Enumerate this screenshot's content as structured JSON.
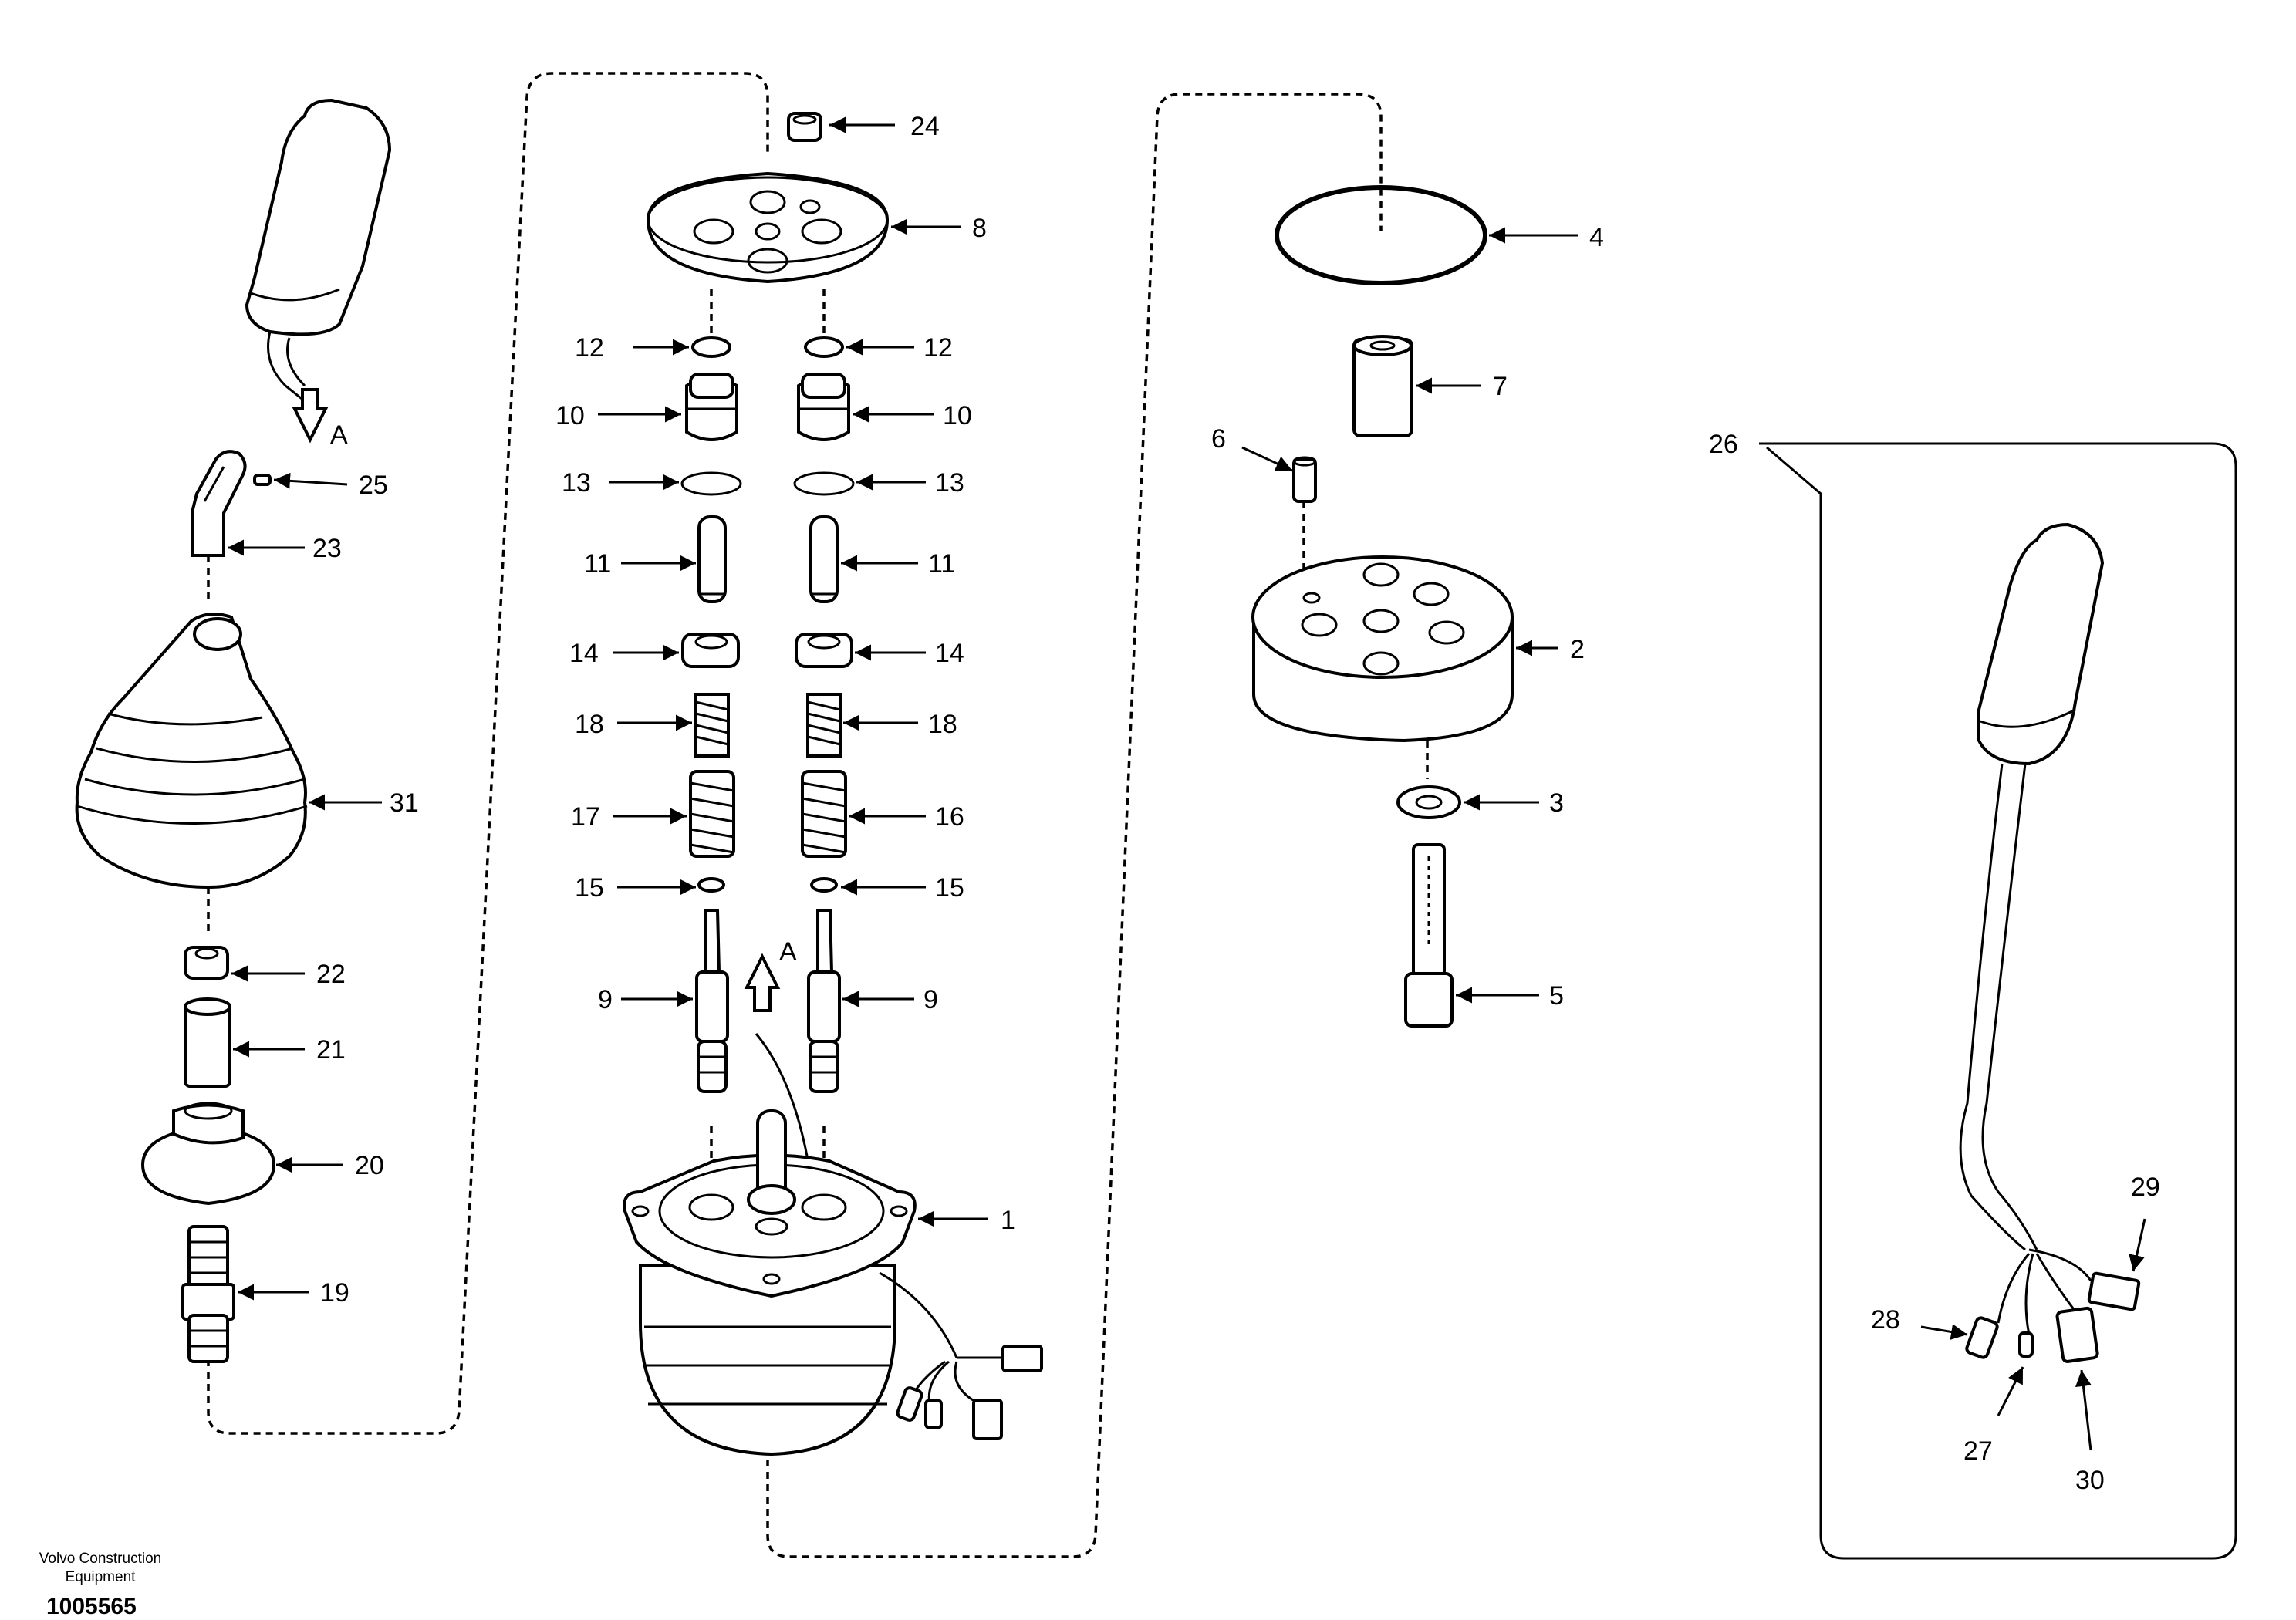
{
  "footer": {
    "credit_line1": "Volvo Construction",
    "credit_line2": "Equipment",
    "document_number": "1005565"
  },
  "arrow_labels": {
    "handle_to_pilot_valve": "A",
    "pilot_valve_from_handle": "A"
  },
  "callouts": {
    "c1": "1",
    "c2": "2",
    "c3": "3",
    "c4": "4",
    "c5": "5",
    "c6": "6",
    "c7": "7",
    "c8": "8",
    "c9_left": "9",
    "c9_right": "9",
    "c10_left": "10",
    "c10_right": "10",
    "c11_left": "11",
    "c11_right": "11",
    "c12_left": "12",
    "c12_right": "12",
    "c13_left": "13",
    "c13_right": "13",
    "c14_left": "14",
    "c14_right": "14",
    "c15_left": "15",
    "c15_right": "15",
    "c16": "16",
    "c17": "17",
    "c18_left": "18",
    "c18_right": "18",
    "c19": "19",
    "c20": "20",
    "c21": "21",
    "c22": "22",
    "c23": "23",
    "c24": "24",
    "c25": "25",
    "c26": "26",
    "c27": "27",
    "c28": "28",
    "c29": "29",
    "c30": "30",
    "c31": "31"
  }
}
